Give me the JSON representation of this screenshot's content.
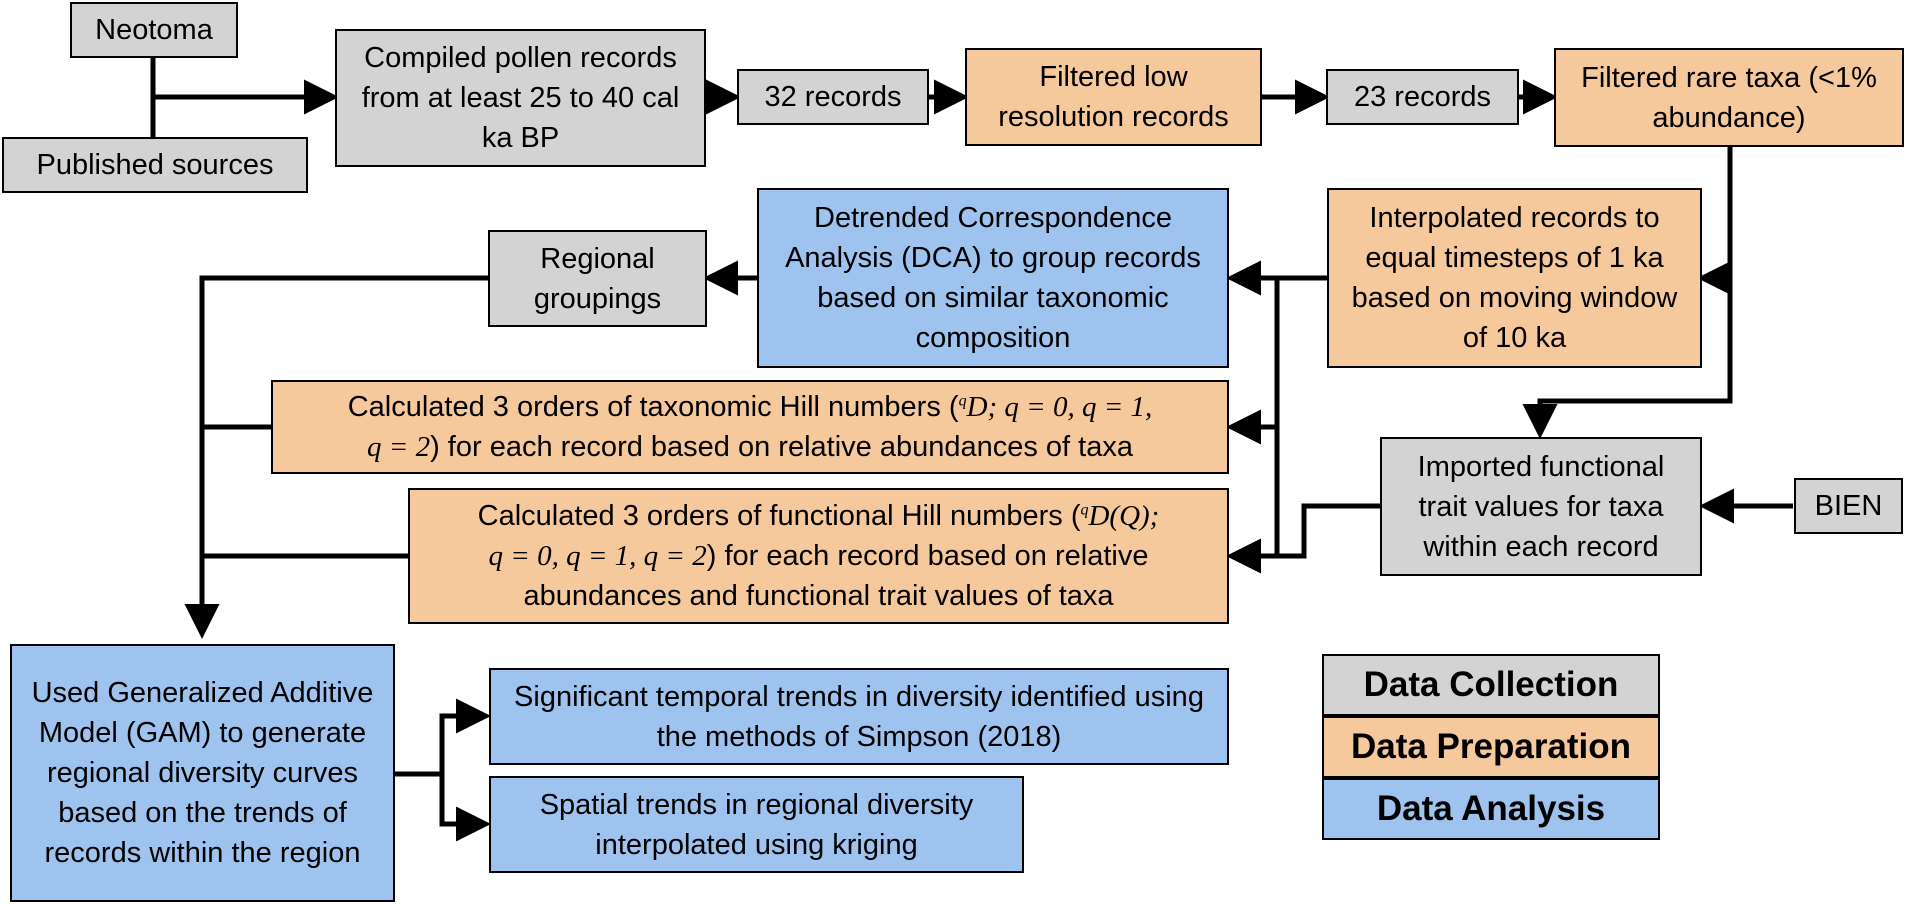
{
  "boxes": {
    "neotoma": "Neotoma",
    "published": "Published sources",
    "compiled": "Compiled pollen records from at least 25 to 40 cal ka BP",
    "records32": "32 records",
    "filtered_low": "Filtered low resolution records",
    "records23": "23 records",
    "filtered_rare": "Filtered rare taxa (<1% abundance)",
    "interpolated": "Interpolated records to equal timesteps of 1 ka based on moving window of 10 ka",
    "dca": "Detrended Correspondence Analysis (DCA) to group records based on similar taxonomic composition",
    "regional": "Regional groupings",
    "taxonomic_hill": {
      "pre": "Calculated 3 orders of taxonomic Hill numbers (",
      "sup": "q",
      "math1": "D; q = 0, q = 1,",
      "math2": "q = 2",
      "post": ") for each record based on relative abundances of taxa"
    },
    "functional_hill": {
      "pre": "Calculated 3 orders of functional Hill numbers (",
      "sup": "q",
      "math1": "D(Q);",
      "math2": "q = 0, q = 1, q = 2",
      "post": ") for each record based on relative abundances and functional trait values of taxa"
    },
    "imported": "Imported functional trait values for taxa within each record",
    "bien": "BIEN",
    "gam": "Used Generalized Additive Model (GAM) to generate regional diversity curves based on the trends of records within the region",
    "significant": "Significant temporal trends in diversity identified using the methods of Simpson (2018)",
    "spatial": "Spatial trends in regional diversity interpolated using kriging"
  },
  "legend": [
    {
      "label": "Data Collection",
      "color": "#d3d3d3"
    },
    {
      "label": "Data Preparation",
      "color": "#f5c99c"
    },
    {
      "label": "Data Analysis",
      "color": "#9dc3ee"
    }
  ],
  "colors": {
    "gray": "#d3d3d3",
    "orange": "#f5c99c",
    "blue": "#9dc3ee"
  }
}
